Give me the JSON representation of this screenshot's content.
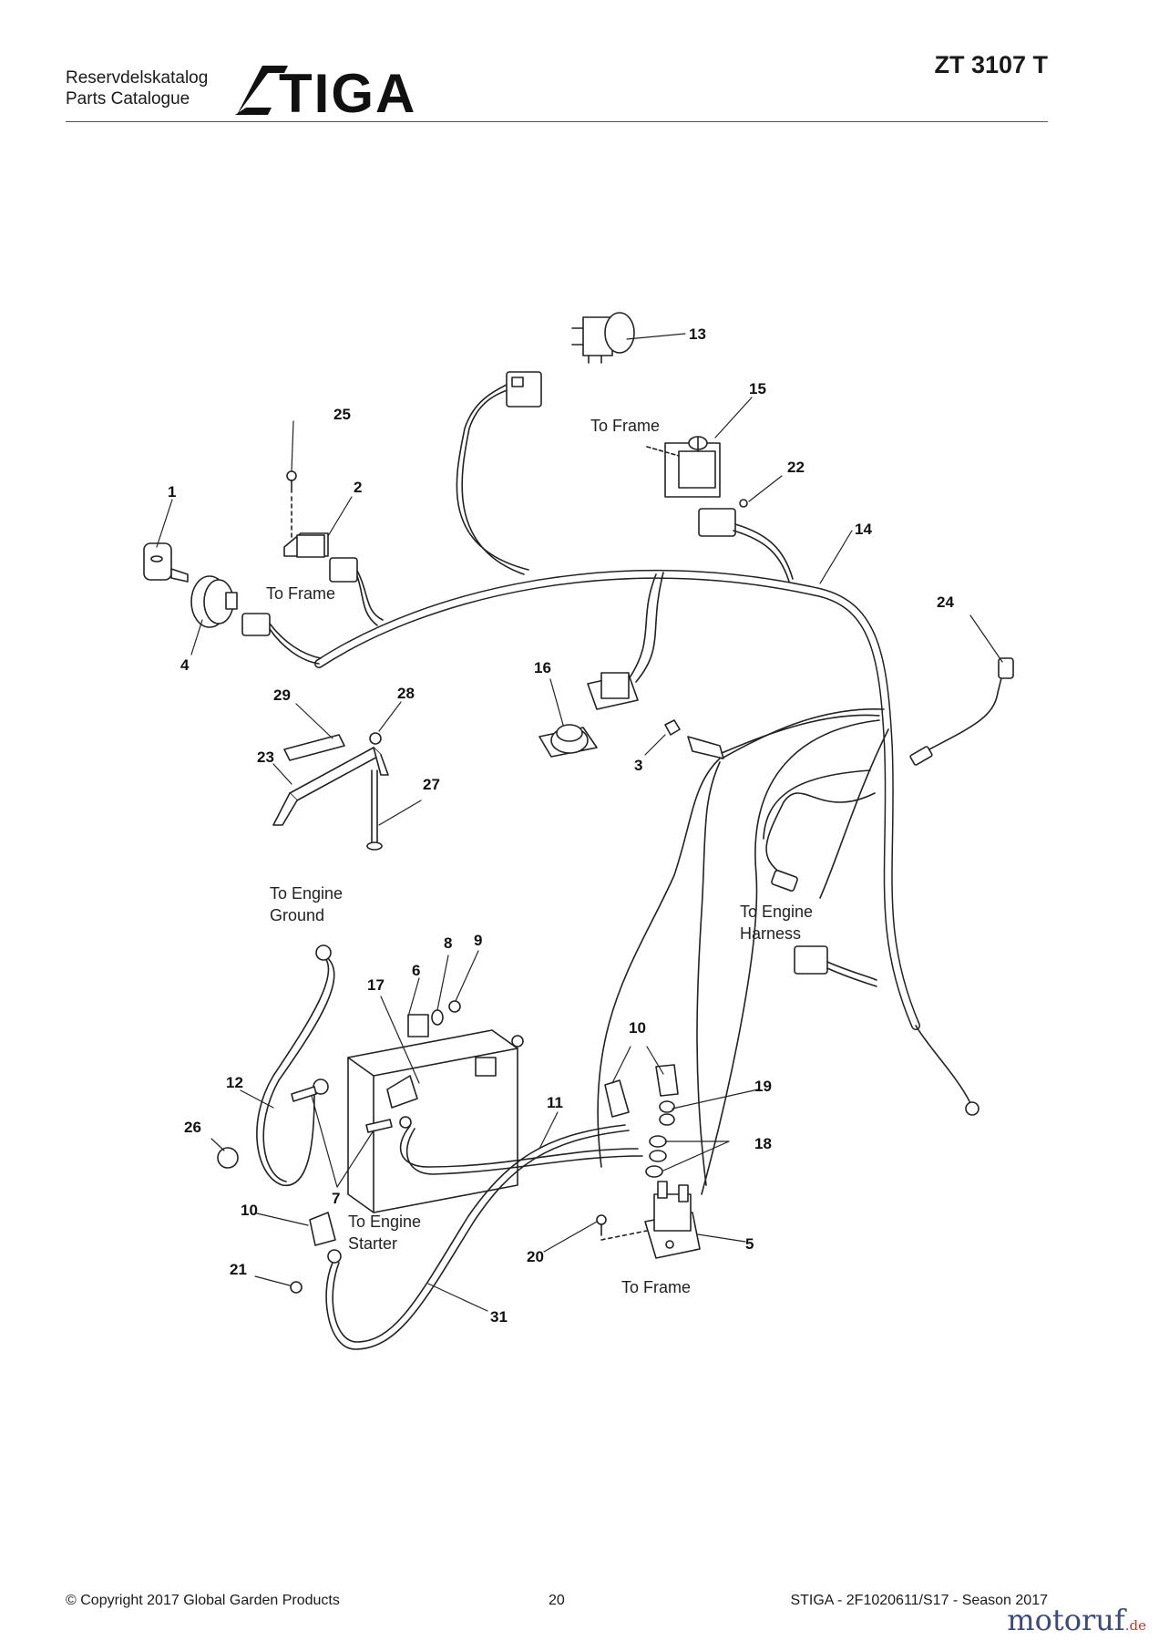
{
  "header": {
    "catalog_sv": "Reservdelskatalog",
    "catalog_en": "Parts Catalogue",
    "brand": "STIGA",
    "model": "ZT 3107 T"
  },
  "callouts": {
    "n1": "1",
    "n2": "2",
    "n3": "3",
    "n4": "4",
    "n5": "5",
    "n6": "6",
    "n7": "7",
    "n8": "8",
    "n9": "9",
    "n10a": "10",
    "n10b": "10",
    "n11": "11",
    "n12": "12",
    "n13": "13",
    "n14": "14",
    "n15": "15",
    "n16": "16",
    "n17": "17",
    "n18": "18",
    "n19": "19",
    "n20": "20",
    "n21": "21",
    "n22": "22",
    "n23": "23",
    "n24": "24",
    "n25": "25",
    "n26": "26",
    "n27": "27",
    "n28": "28",
    "n29": "29",
    "n31": "31"
  },
  "notes": {
    "to_frame_top": "To Frame",
    "to_frame_left": "To Frame",
    "to_frame_bottom": "To Frame",
    "engine_ground_1": "To Engine",
    "engine_ground_2": "Ground",
    "engine_harness_1": "To Engine",
    "engine_harness_2": "Harness",
    "engine_starter_1": "To Engine",
    "engine_starter_2": "Starter"
  },
  "footer": {
    "copyright": "© Copyright 2017 Global Garden Products",
    "page": "20",
    "doc_ref": "STIGA - 2F1020611/S17 - Season 2017"
  },
  "watermark": {
    "name": "motoruf",
    "suffix": ".de"
  }
}
